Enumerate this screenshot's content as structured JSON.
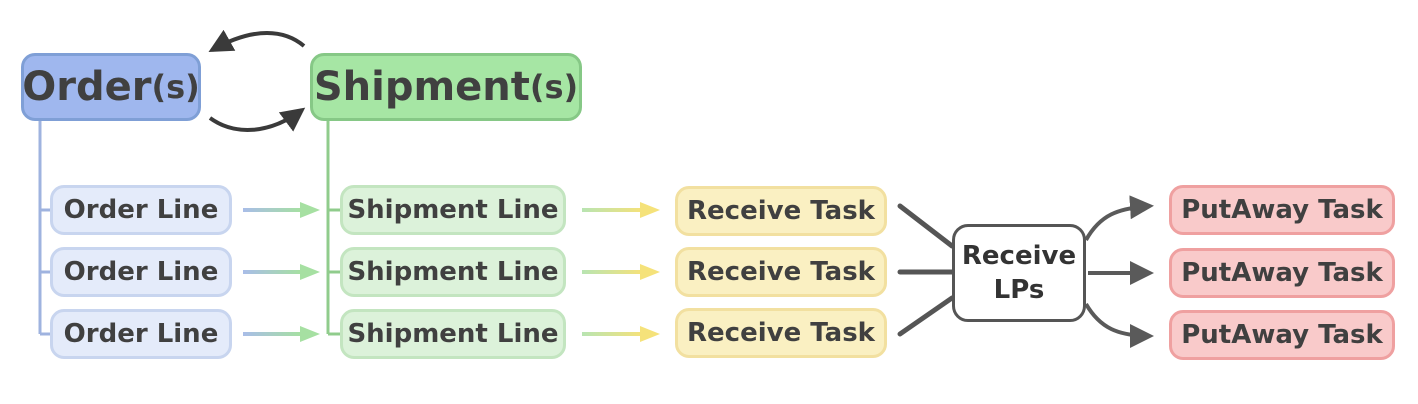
{
  "diagram": {
    "order": {
      "label": "Order",
      "suffix": "(s)"
    },
    "shipment": {
      "label": "Shipment",
      "suffix": "(s)"
    },
    "order_lines": [
      "Order Line",
      "Order Line",
      "Order Line"
    ],
    "shipment_lines": [
      "Shipment Line",
      "Shipment Line",
      "Shipment Line"
    ],
    "receive_tasks": [
      "Receive Task",
      "Receive Task",
      "Receive Task"
    ],
    "receive_lps": {
      "line1": "Receive",
      "line2": "LPs"
    },
    "putaway_tasks": [
      "PutAway Task",
      "PutAway Task",
      "PutAway Task"
    ],
    "colors": {
      "order": "#9fb7ee",
      "shipment": "#a6e6a4",
      "receive_task": "#faf0c2",
      "putaway_task": "#f9caca",
      "connector_dark": "#555555"
    }
  }
}
